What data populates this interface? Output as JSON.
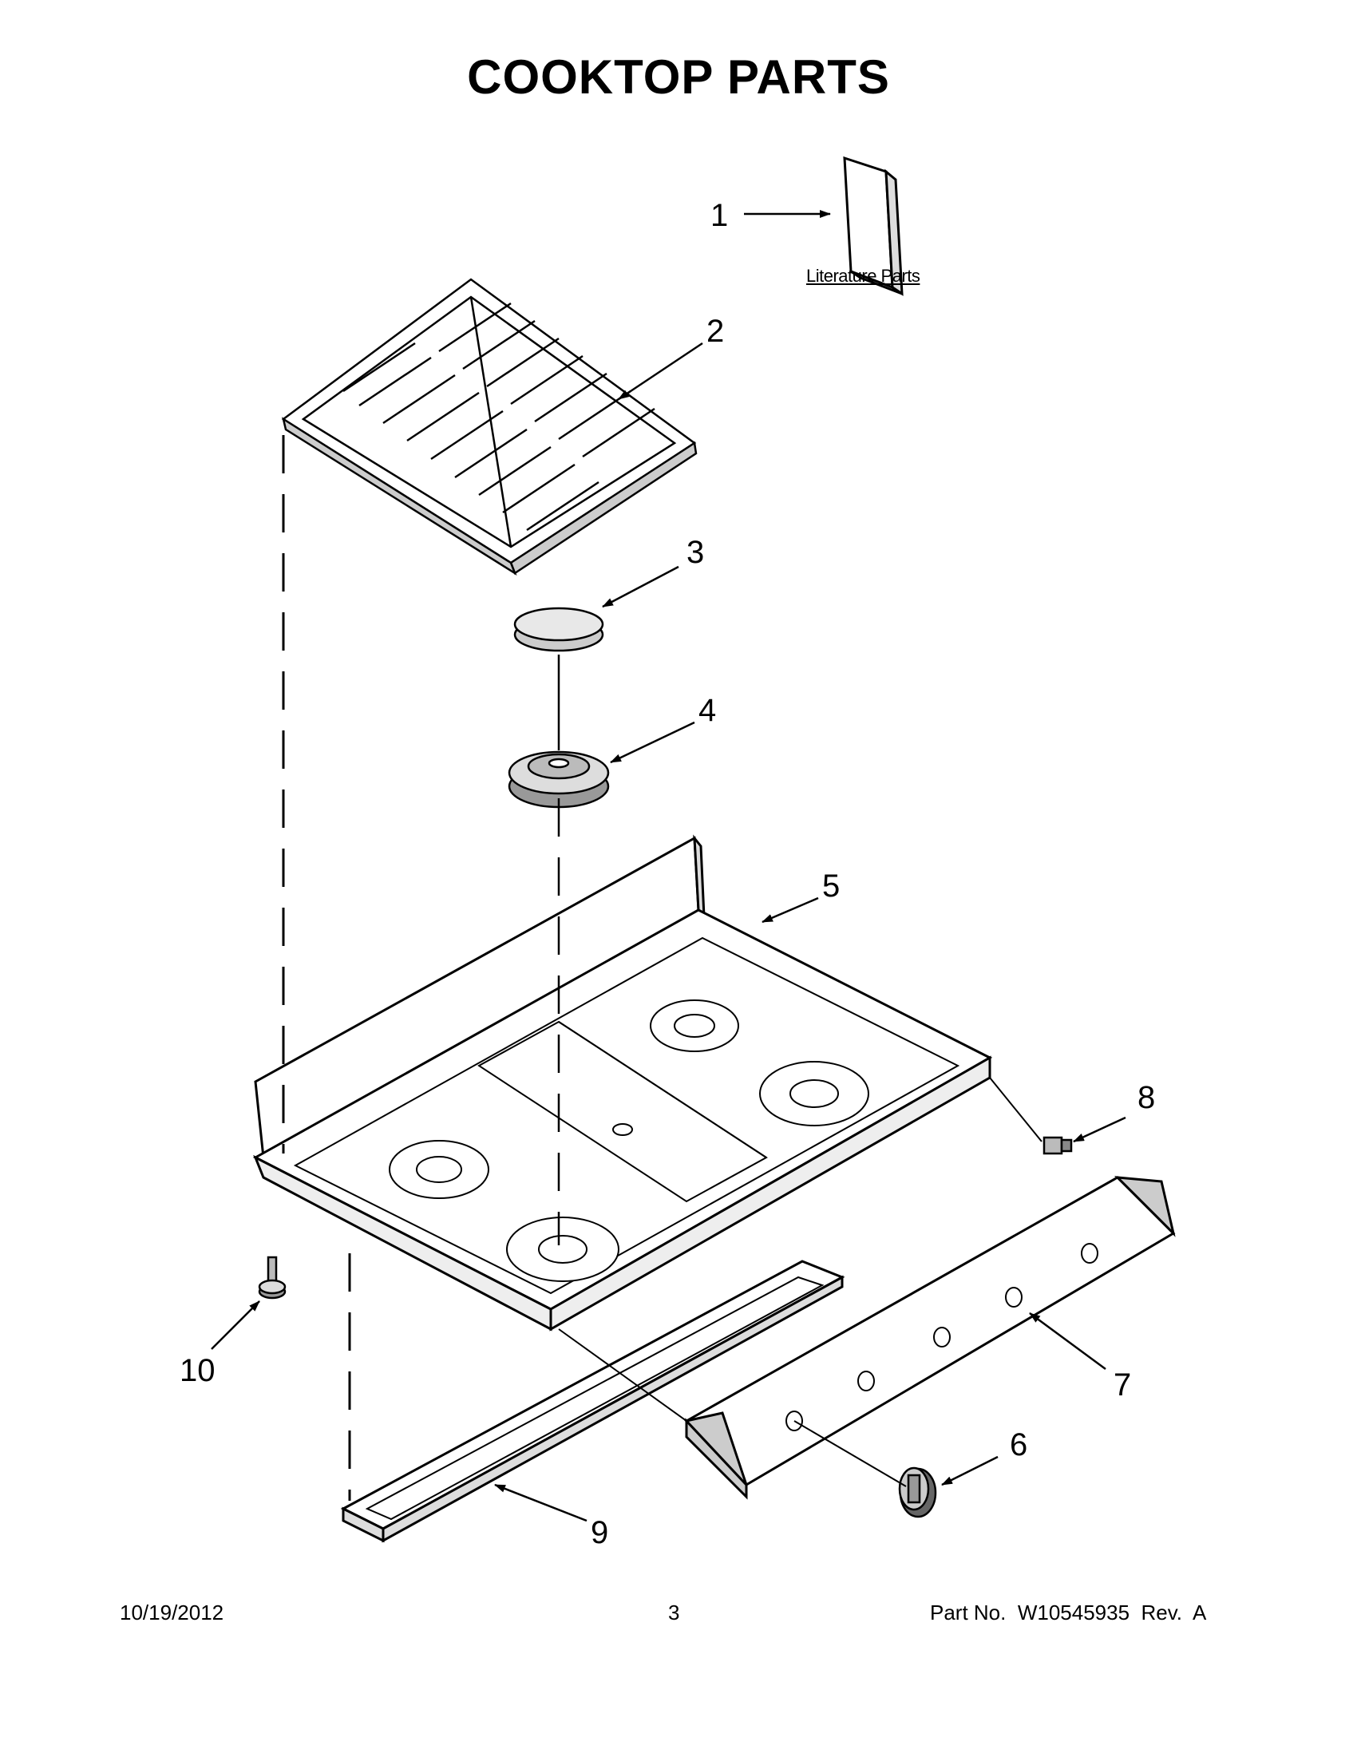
{
  "page": {
    "title": "COOKTOP PARTS"
  },
  "literature": {
    "label": "Literature Parts"
  },
  "callouts": [
    "1",
    "2",
    "3",
    "4",
    "5",
    "6",
    "7",
    "8",
    "9",
    "10"
  ],
  "footer": {
    "date": "10/19/2012",
    "page_number": "3",
    "part_no": "Part No.  W10545935  Rev.  A"
  }
}
